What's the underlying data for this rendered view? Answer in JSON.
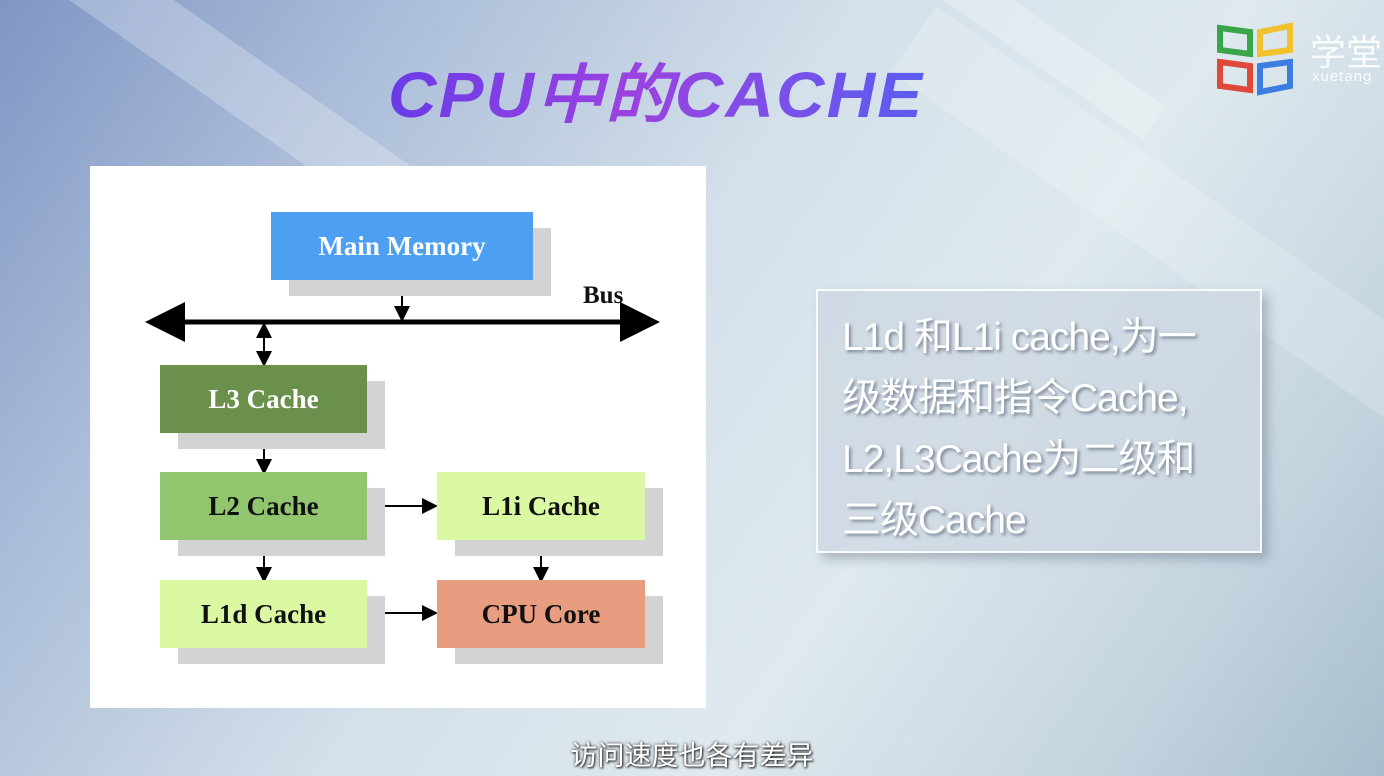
{
  "slide": {
    "title": "CPU中的CACHE",
    "logo": {
      "name": "学堂",
      "sub": "xuetang",
      "colors": [
        "#3aa64a",
        "#f1c12e",
        "#e0493a",
        "#3b7de0"
      ]
    },
    "diagram": {
      "bus_label": "Bus",
      "boxes": {
        "main_memory": {
          "label": "Main Memory",
          "color": "#4d9ff2"
        },
        "l3": {
          "label": "L3 Cache",
          "color": "#6b904c"
        },
        "l2": {
          "label": "L2 Cache",
          "color": "#92c66e"
        },
        "l1i": {
          "label": "L1i Cache",
          "color": "#dbf8a2"
        },
        "l1d": {
          "label": "L1d Cache",
          "color": "#dbf8a2"
        },
        "cpu": {
          "label": "CPU Core",
          "color": "#e99d80"
        }
      }
    },
    "note_lines": [
      "L1d 和L1i cache,为一",
      "级数据和指令Cache,",
      "L2,L3Cache为二级和",
      "三级Cache"
    ]
  },
  "subtitle": "访问速度也各有差异"
}
